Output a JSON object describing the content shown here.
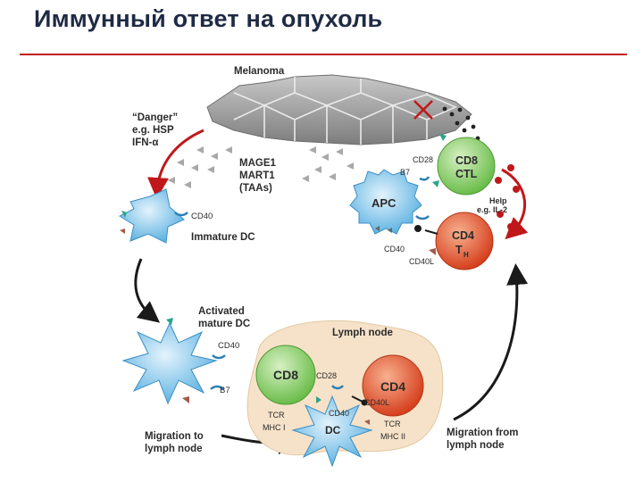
{
  "header": {
    "title": "Иммунный ответ на опухоль"
  },
  "diagram": {
    "melanoma": "Melanoma",
    "danger": [
      "“Danger”",
      "e.g. HSP",
      "IFN-α"
    ],
    "taas": [
      "MAGE1",
      "MART1",
      "(TAAs)"
    ],
    "immature_dc": "Immature DC",
    "activated_dc": [
      "Activated",
      "mature DC"
    ],
    "apc": "APC",
    "cd8_ctl": [
      "CD8",
      "CTL"
    ],
    "cd4_th": [
      "CD4",
      "T"
    ],
    "cd4_th_sub": "H",
    "help": [
      "Help",
      "e.g. IL-2"
    ],
    "lymph_node": "Lymph node",
    "cd8": "CD8",
    "cd4": "CD4",
    "dc": "DC",
    "migration_to": [
      "Migration to",
      "lymph node"
    ],
    "migration_from": [
      "Migration from",
      "lymph node"
    ],
    "small": {
      "cd28_top": "CD28",
      "b7_top": "B7",
      "cd40_top": "CD40",
      "cd40l_top": "CD40L",
      "cd40_imm": "CD40",
      "cd40_act": "CD40",
      "b7_act": "B7",
      "cd28_ln": "CD28",
      "cd40_ln": "CD40",
      "cd40l_ln": "CD40L",
      "tcr_left": "TCR",
      "mhc1": "MHC I",
      "tcr_right": "TCR",
      "mhc2": "MHC II"
    }
  },
  "colors": {
    "title": "#1f2a44",
    "rule": "#c0181a",
    "cell_green": "#8ccf6a",
    "cell_red": "#e0512f",
    "apc_blue": "#7cc0e6",
    "melanoma": "#9a9a9a",
    "arrow_red": "#c0181a",
    "lymph_fill": "#f6e2c8"
  }
}
